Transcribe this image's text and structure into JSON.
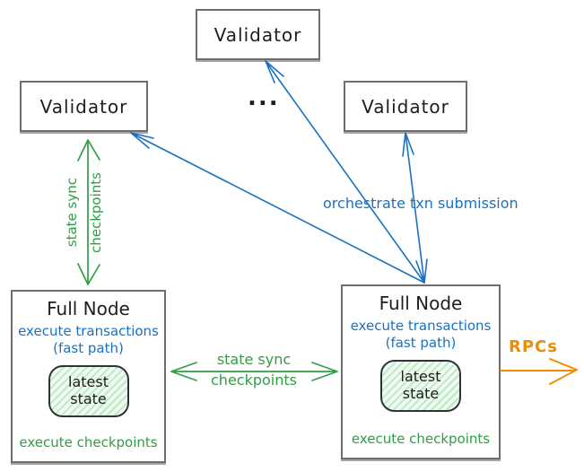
{
  "colors": {
    "blue": "#1971c2",
    "green": "#2f9e44",
    "orange": "#f08c00",
    "ink": "#1e1e1e",
    "border": "#6e6e6e",
    "shadow": "#a6a6a6",
    "state_fill": "#effaf1",
    "state_hatch": "#bce8c6",
    "state_border": "#2f3338"
  },
  "validators": {
    "left": {
      "label": "Validator"
    },
    "middle": {
      "label": "Validator"
    },
    "right": {
      "label": "Validator"
    },
    "ellipsis": "..."
  },
  "full_node_left": {
    "title": "Full Node",
    "fast_path_line1": "execute transactions",
    "fast_path_line2": "(fast path)",
    "state_line1": "latest",
    "state_line2": "state",
    "footer": "execute checkpoints"
  },
  "full_node_right": {
    "title": "Full Node",
    "fast_path_line1": "execute transactions",
    "fast_path_line2": "(fast path)",
    "state_line1": "latest",
    "state_line2": "state",
    "footer": "execute checkpoints"
  },
  "edges": {
    "left_state_sync": {
      "line1": "state sync",
      "line2": "checkpoints"
    },
    "mid_state_sync": {
      "line1": "state sync",
      "line2": "checkpoints"
    },
    "orchestrate": {
      "label": "orchestrate txn submission"
    },
    "rpcs": {
      "label": "RPCs"
    }
  }
}
